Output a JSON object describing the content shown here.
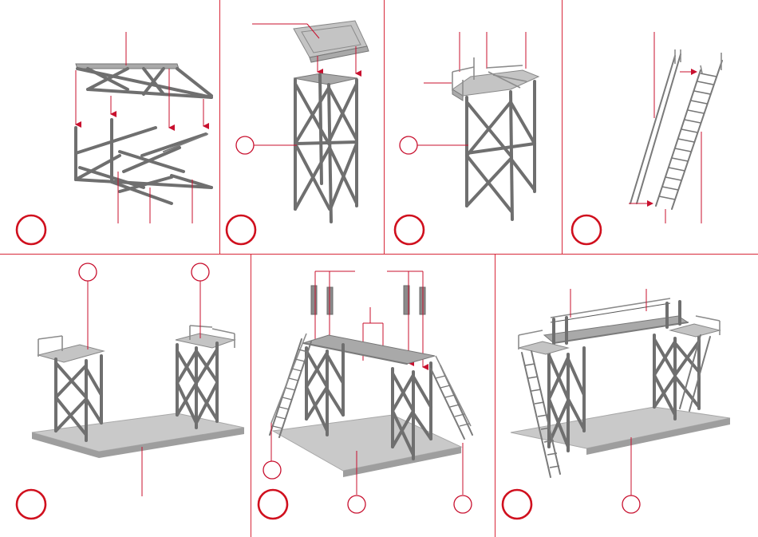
{
  "sheet": {
    "title": "",
    "panels": [
      {
        "id": "panel-1",
        "content": "tower-frame-assembly"
      },
      {
        "id": "panel-2",
        "content": "tower-roof-plate"
      },
      {
        "id": "panel-3",
        "content": "tower-platform-railing"
      },
      {
        "id": "panel-4",
        "content": "staircase-railing"
      },
      {
        "id": "panel-5",
        "content": "towers-on-base"
      },
      {
        "id": "panel-6",
        "content": "bridge-and-stairs"
      },
      {
        "id": "panel-7",
        "content": "completed-model"
      }
    ],
    "colors": {
      "accent": "#d0101e",
      "metal": "#6f6f6f",
      "base": "#c9c9c9"
    }
  }
}
